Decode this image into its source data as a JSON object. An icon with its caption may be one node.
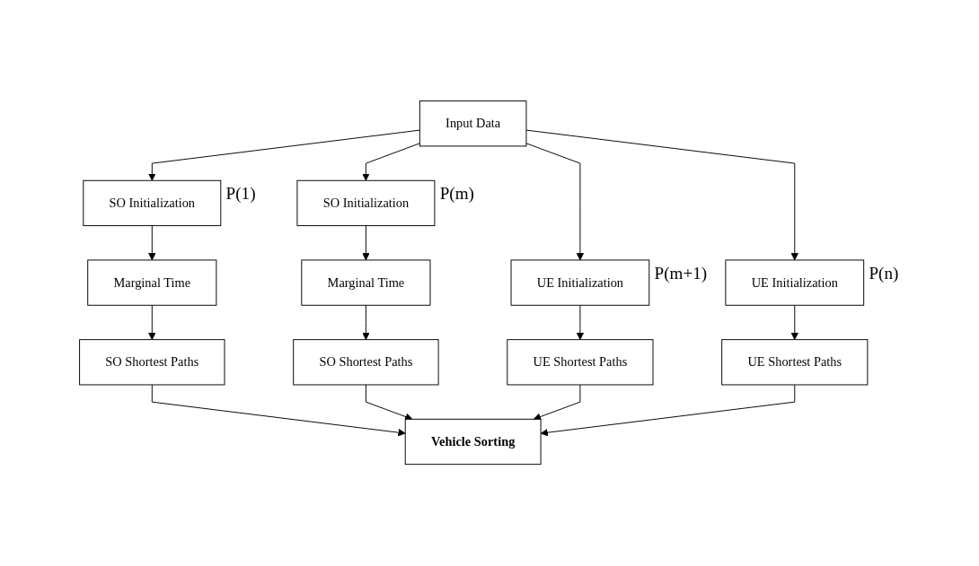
{
  "diagram": {
    "nodes": [
      {
        "text": [
          "Input Data"
        ]
      },
      {
        "text": [
          "SO Initialization"
        ],
        "beside": [
          "P(1)"
        ]
      },
      {
        "text": [
          "SO Initialization"
        ],
        "beside": [
          "P(m)"
        ]
      },
      {
        "text": [
          "UE Initialization"
        ],
        "beside": [
          "P(m+1)"
        ]
      },
      {
        "text": [
          "UE Initialization"
        ],
        "beside": [
          "P(n)"
        ]
      },
      {
        "text": [
          "Marginal Time"
        ]
      },
      {
        "text": [
          "SO Shortest Paths"
        ]
      },
      {
        "text": [
          "Marginal Time"
        ]
      },
      {
        "text": [
          "SO Shortest Paths"
        ]
      },
      {
        "text": [
          "UE Shortest Paths"
        ]
      },
      {
        "text": [
          "UE Shortest Paths"
        ]
      },
      {
        "text": [
          "Vehicle Sorting"
        ]
      }
    ],
    "edges": [
      {
        "from": 0,
        "to": 1,
        "arrow": "to"
      },
      {
        "from": 0,
        "to": 2,
        "arrow": "to"
      },
      {
        "from": 0,
        "to": 3,
        "arrow": "to"
      },
      {
        "from": 0,
        "to": 4,
        "arrow": "to"
      },
      {
        "from": 1,
        "to": 5,
        "arrow": "to"
      },
      {
        "from": 5,
        "to": 6,
        "arrow": "to"
      },
      {
        "from": 2,
        "to": 7,
        "arrow": "to"
      },
      {
        "from": 7,
        "to": 8,
        "arrow": "to"
      },
      {
        "from": 3,
        "to": 9,
        "arrow": "to"
      },
      {
        "from": 4,
        "to": 10,
        "arrow": "to"
      },
      {
        "from": 6,
        "to": 11,
        "arrow": "to"
      },
      {
        "from": 8,
        "to": 11,
        "arrow": "to"
      },
      {
        "from": 9,
        "to": 11,
        "arrow": "to"
      },
      {
        "from": 10,
        "to": 11,
        "arrow": "to"
      }
    ]
  }
}
